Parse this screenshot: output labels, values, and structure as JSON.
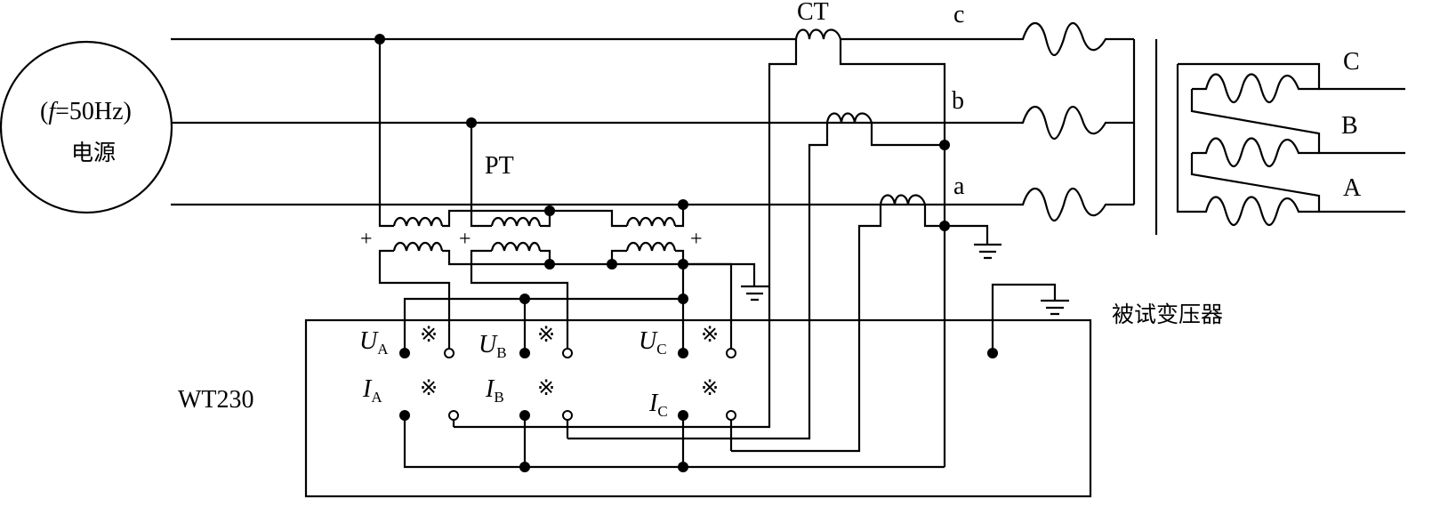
{
  "source": {
    "freq_label": "(f=50Hz)",
    "freq_italic": "f",
    "freq_rest": "=50Hz)",
    "freq_open": "(",
    "name": "电源"
  },
  "labels": {
    "ct": "CT",
    "pt": "PT",
    "phase_c": "c",
    "phase_b": "b",
    "phase_a": "a",
    "secondary_C": "C",
    "secondary_B": "B",
    "secondary_A": "A",
    "plus": "+",
    "dut": "被试变压器",
    "meter": "WT230",
    "polarity_mark": "※"
  },
  "meter_terminals": {
    "u_main": "U",
    "i_main": "I",
    "sub_a": "A",
    "sub_b": "B",
    "sub_c": "C"
  }
}
